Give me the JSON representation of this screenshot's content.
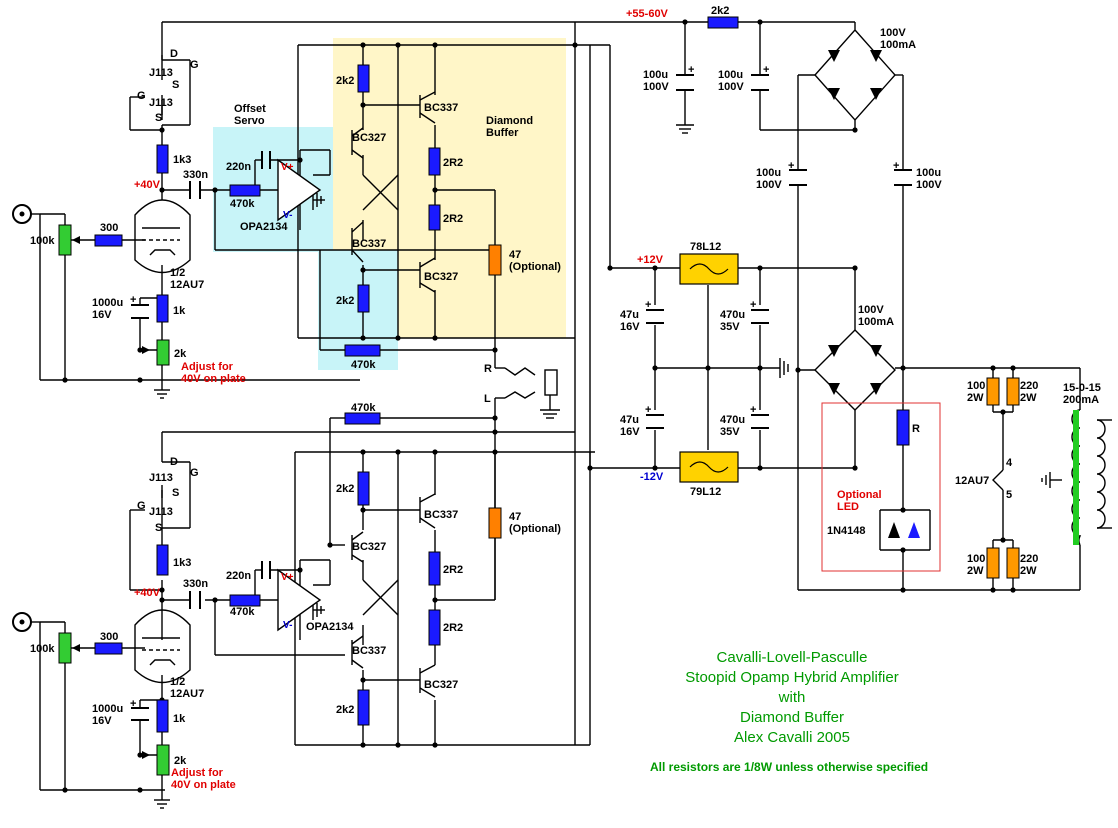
{
  "labels": {
    "supply_main": "+55-60V",
    "r_2k2_top": "2k2",
    "bridge_top": "100V\n100mA",
    "cap_100u_100v": "100u\n100V",
    "diamond_title": "Diamond\nBuffer",
    "offset_servo": "Offset\nServo",
    "jfet": "J113",
    "pin_d": "D",
    "pin_g": "G",
    "pin_s": "S",
    "plus": "+",
    "r_1k3": "1k3",
    "r_2k2": "2k2",
    "r_2r2": "2R2",
    "r_47": "47\n(Optional)",
    "r_470k": "470k",
    "r_300": "300",
    "r_1k": "1k",
    "r_2k_pot": "2k",
    "pot_100k": "100k",
    "c_220n": "220n",
    "c_330n": "330n",
    "c_1000u": "1000u\n16V",
    "opamp": "OPA2134",
    "vplus": "V+",
    "vminus": "V-",
    "tube_half": "1/2\n12AU7",
    "plus40v": "+40V",
    "adjust": "Adjust for\n40V on plate",
    "bc337": "BC337",
    "bc327": "BC327",
    "plus12v": "+12V",
    "minus12v": "-12V",
    "reg_pos": "78L12",
    "reg_neg": "79L12",
    "c_47u": "47u\n16V",
    "c_470u": "470u\n35V",
    "bridge_bottom": "100V\n100mA",
    "out_r": "R",
    "out_l": "L",
    "r_100_2w": "100\n2W",
    "r_220_2w": "220\n2W",
    "heater_tube": "12AU7",
    "heater_pin4": "4",
    "heater_pin5": "5",
    "transformer": "15-0-15\n200mA",
    "r_led": "R",
    "optional_led": "Optional\nLED",
    "diode": "1N4148",
    "title": [
      "Cavalli-Lovell-Pasculle",
      "Stoopid Opamp Hybrid Amplifier",
      "with",
      "Diamond Buffer",
      "Alex Cavalli 2005"
    ],
    "footnote": "All resistors are 1/8W unless otherwise specified"
  },
  "colors": {
    "wire": "#000000",
    "resistor": "#1a1aff",
    "pot": "#33cc33",
    "optional_resistor": "#ff8000",
    "power_resistor": "#ff9900",
    "regulator": "#ffd200",
    "diamond_bg": "#fff6c8",
    "servo_bg": "#c8f4f8",
    "red_text": "#e00000",
    "blue_text": "#0000d0",
    "title_text": "#009a00",
    "transformer_core": "#22cc22",
    "led": "#1a1aff",
    "led_box": "#e03030"
  }
}
